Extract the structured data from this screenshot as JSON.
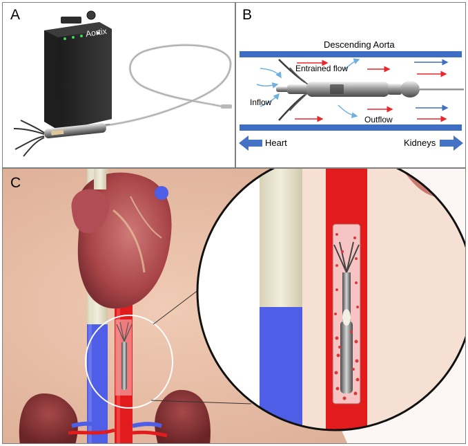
{
  "panels": {
    "a": {
      "letter": "A",
      "device_brand": "Aortix"
    },
    "b": {
      "letter": "B",
      "vessel_label": "Descending Aorta",
      "entrained_flow_label": "Entrained flow",
      "inflow_label": "Inflow",
      "outflow_label": "Outflow",
      "heart_label": "Heart",
      "kidneys_label": "Kidneys"
    },
    "c": {
      "letter": "C"
    }
  },
  "colors": {
    "vessel_wall": "#3e6ec3",
    "arterial_red": "#e21c1c",
    "venous_blue": "#4f5ee6",
    "flow_arrow_red": "#e8262b",
    "flow_arrow_blue": "#3d6ebf",
    "skin": "#e8bfa8"
  }
}
